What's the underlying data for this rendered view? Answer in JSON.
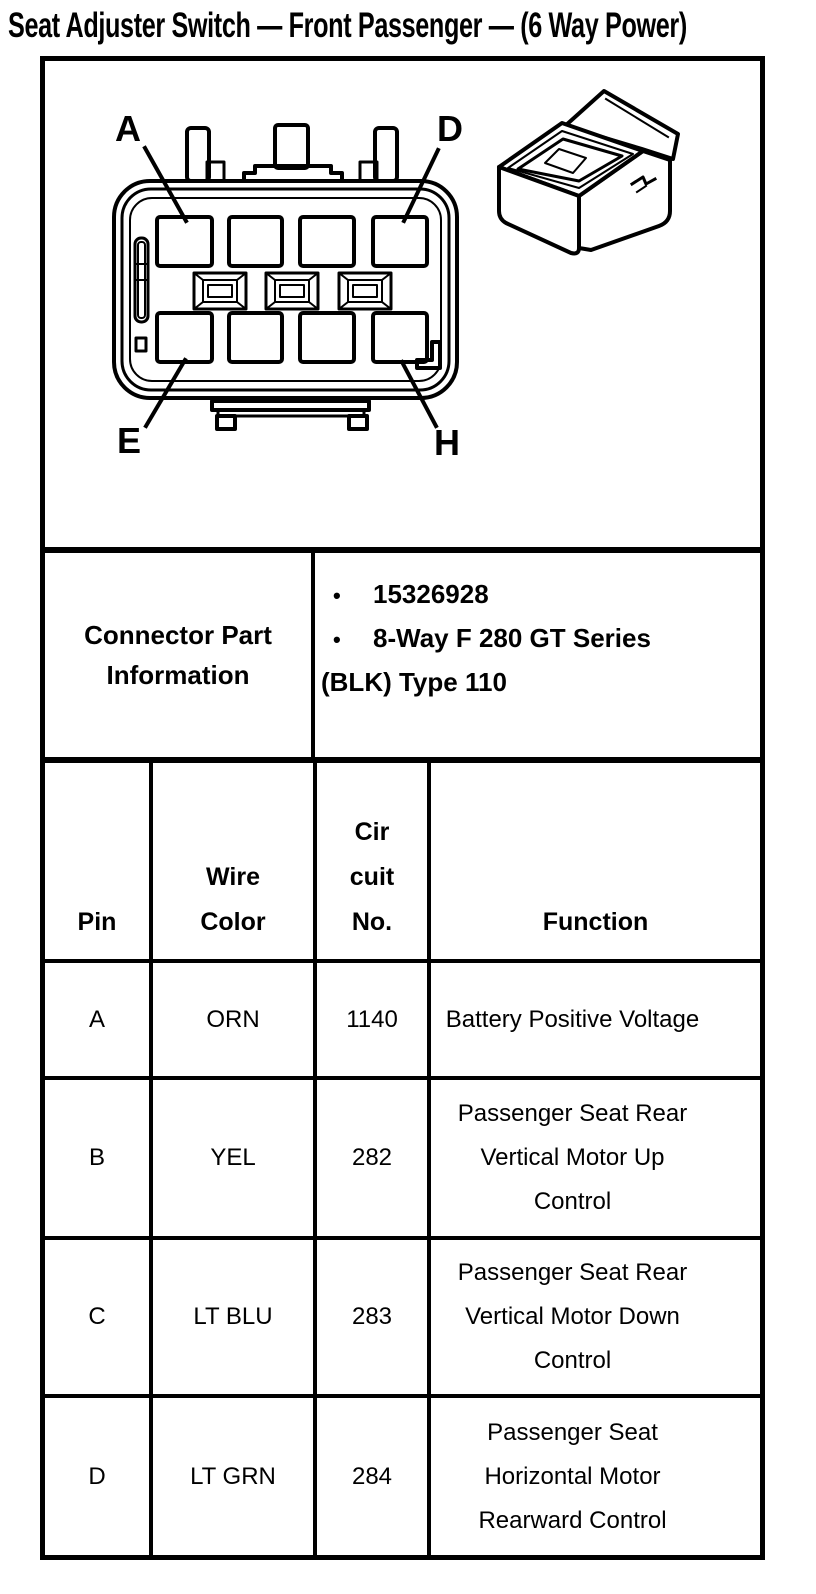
{
  "colors": {
    "ink": "#000000",
    "background": "#ffffff"
  },
  "title": "Seat Adjuster Switch — Front Passenger — (6 Way Power)",
  "connector_diagram": {
    "pin_labels": {
      "top_left": "A",
      "top_right": "D",
      "bottom_left": "E",
      "bottom_right": "H"
    }
  },
  "connector_info": {
    "label": "Connector Part Information",
    "bullet_char": "•",
    "items": [
      "15326928",
      "8-Way F 280 GT Series (BLK) Type 110"
    ]
  },
  "pin_table": {
    "headers": {
      "pin": "Pin",
      "wire_color": "Wire\nColor",
      "circuit_no": "Cir\ncuit\nNo.",
      "function": "Function"
    },
    "rows": [
      {
        "pin": "A",
        "wire_color": "ORN",
        "circuit_no": "1140",
        "function": "Battery Positive Voltage"
      },
      {
        "pin": "B",
        "wire_color": "YEL",
        "circuit_no": "282",
        "function": "Passenger Seat Rear Vertical Motor Up Control"
      },
      {
        "pin": "C",
        "wire_color": "LT BLU",
        "circuit_no": "283",
        "function": "Passenger Seat Rear Vertical Motor Down Control"
      },
      {
        "pin": "D",
        "wire_color": "LT GRN",
        "circuit_no": "284",
        "function": "Passenger Seat Horizontal Motor Rearward Control"
      }
    ]
  }
}
